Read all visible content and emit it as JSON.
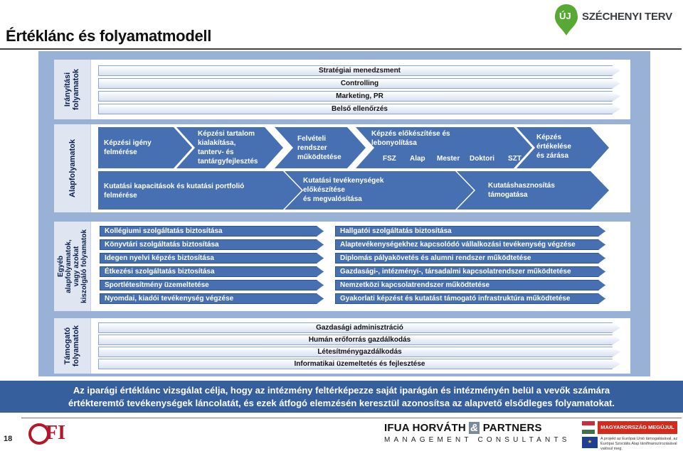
{
  "header": {
    "title": "Értéklánc és folyamatmodell",
    "logo_uj": "ÚJ",
    "logo_text": "SZÉCHENYI TERV"
  },
  "groups": {
    "iranyitasi": {
      "label": "Irányítási\nfolyamatok",
      "rows": [
        "Stratégiai menedzsment",
        "Controlling",
        "Marketing, PR",
        "Belső ellenőrzés"
      ]
    },
    "alap": {
      "label": "Alapfolyamatok",
      "top": {
        "kepzesi_igeny": "Képzési igény\nfelmérése",
        "kepzesi_tartalom": "Képzési tartalom\nkialakítása,\ntanterv- és\ntantárgyfejlesztés",
        "felveteli": "Felvételi\nrendszer\nműködtetése",
        "kepzes_elokeszitese": "Képzés előkészítése és\nlebonyolítása",
        "levels": [
          "FSZ",
          "Alap",
          "Mester",
          "Doktori",
          "SZT"
        ],
        "kepzes_ertekelese": "Képzés\nértékelése\nés zárása"
      },
      "bottom": {
        "kutatasi_kapacitasok": "Kutatási kapacitások és kutatási portfolió\nfelmérése",
        "kutatasi_tevekenysegek": "Kutatási tevékenységek\nelőkészítése\nés megvalósítása",
        "kutatashasznositas": "Kutatáshasznosítás\ntámogatása"
      }
    },
    "egyeb": {
      "label": "Egyéb\nalapfolyamatok,\nvagy azokat\nkiszolgáló folyamatok",
      "left": [
        "Kollégiumi szolgáltatás biztosítása",
        "Könyvtári szolgáltatás biztosítása",
        "Idegen nyelvi képzés biztosítása",
        "Étkezési szolgáltatás biztosítása",
        "Sportlétesítmény üzemeltetése",
        "Nyomdai, kiadói tevékenység végzése"
      ],
      "right": [
        "Hallgatói szolgáltatás biztosítása",
        "Alaptevékenységekhez kapcsolódó vállalkozási tevékenység végzése",
        "Diplomás pályakövetés és alumni rendszer működtetése",
        "Gazdasági-, intézményi-, társadalmi kapcsolatrendszer működtetése",
        "Nemzetközi kapcsolatrendszer működtetése",
        "Gyakorlati képzést és kutatást támogató infrastruktúra működtetése"
      ]
    },
    "tamogato": {
      "label": "Támogató\nfolyamatok",
      "rows": [
        "Gazdasági adminisztráció",
        "Humán erőforrás gazdálkodás",
        "Létesítménygazdálkodás",
        "Informatikai üzemeltetés és fejlesztése"
      ]
    }
  },
  "caption": {
    "line1": "Az iparági értéklánc vizsgálat célja, hogy az intézmény feltérképezze saját iparágán és intézményén belül a vevők számára",
    "line2": "értékteremtő tevékenységek láncolatát, és ezek átfogó elemzésén keresztül azonosítsa az alapvető elsődleges folyamatokat."
  },
  "footer": {
    "page_number": "18",
    "ofi_o": "O",
    "ofi_fi": "FI",
    "ifua_left": "IFUA HORVÁTH ",
    "ifua_amp": "&",
    "ifua_right": " PARTNERS",
    "ifua_sub": "MANAGEMENT CONSULTANTS",
    "hu_badge": "MAGYARORSZÁG MEGÚJUL",
    "eu_text": "A projekt az Európai Unió támogatásával, az Európai Szociális Alap társfinanszírozásával valósul meg."
  },
  "colors": {
    "diagram_bg": "#9ab1d6",
    "process_blue": "#4770b2",
    "caption_bg": "#365f9e",
    "brand_green": "#58a834",
    "ofi_red": "#b2172b"
  }
}
